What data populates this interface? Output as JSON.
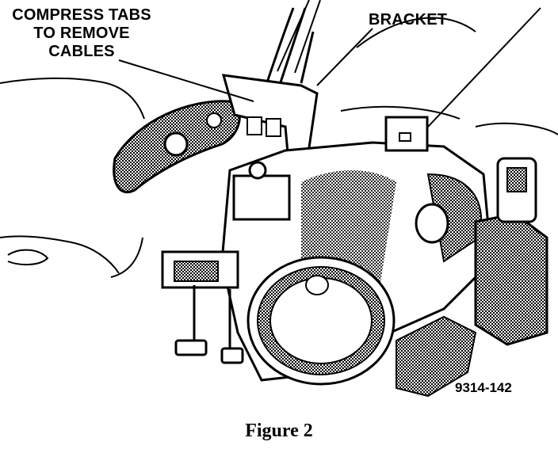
{
  "callouts": {
    "compress_tabs": [
      "COMPRESS TABS",
      "TO REMOVE",
      "CABLES"
    ],
    "bracket": "BRACKET"
  },
  "part_number": "9314-142",
  "caption": "Figure 2",
  "colors": {
    "ink": "#000000",
    "paper": "#ffffff",
    "shade": "#7a7a7a"
  }
}
